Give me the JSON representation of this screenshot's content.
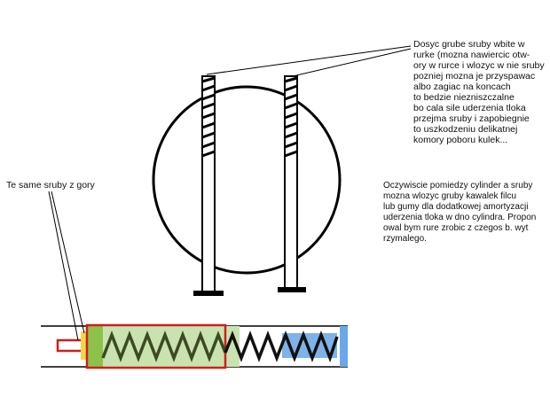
{
  "annotations": {
    "screw_note": [
      "Dosyc grube sruby wbite w",
      "rurke (mozna nawiercic otw-",
      "ory w rurce i wlozyc w nie sruby",
      "pozniej mozna je przyspawac",
      "albo zagiac na koncach",
      "to bedzie niezniszczalne",
      "bo cala sile uderzenia tloka",
      "przejma sruby i zapobiegnie",
      "to uszkodzeniu delikatnej",
      "komory poboru kulek..."
    ],
    "felt_note": [
      "Oczywiscie pomiedzy cylinder a sruby",
      "mozna wlozyc gruby kawalek filcu",
      "lub gumy dla dodatkowej amortyzacji",
      "uderzenia tloka w dno cylindra. Propon",
      "owal bym rure zrobic z czegos b. wyt",
      "rzymalego."
    ],
    "same_screws_label": "Te same sruby z gory"
  },
  "colors": {
    "outline": "#000000",
    "piston_highlight": "#cc1f1f",
    "piston_fill": "#c9e2b0",
    "piston_head": "#8dc24a",
    "spring_dark": "#3b4a22",
    "spring_black": "#111111",
    "spring_blue_zone": "#7fb3e8",
    "end_cap_blue": "#6aa8ea",
    "arrow_tip_yellow": "#f2d64a"
  }
}
